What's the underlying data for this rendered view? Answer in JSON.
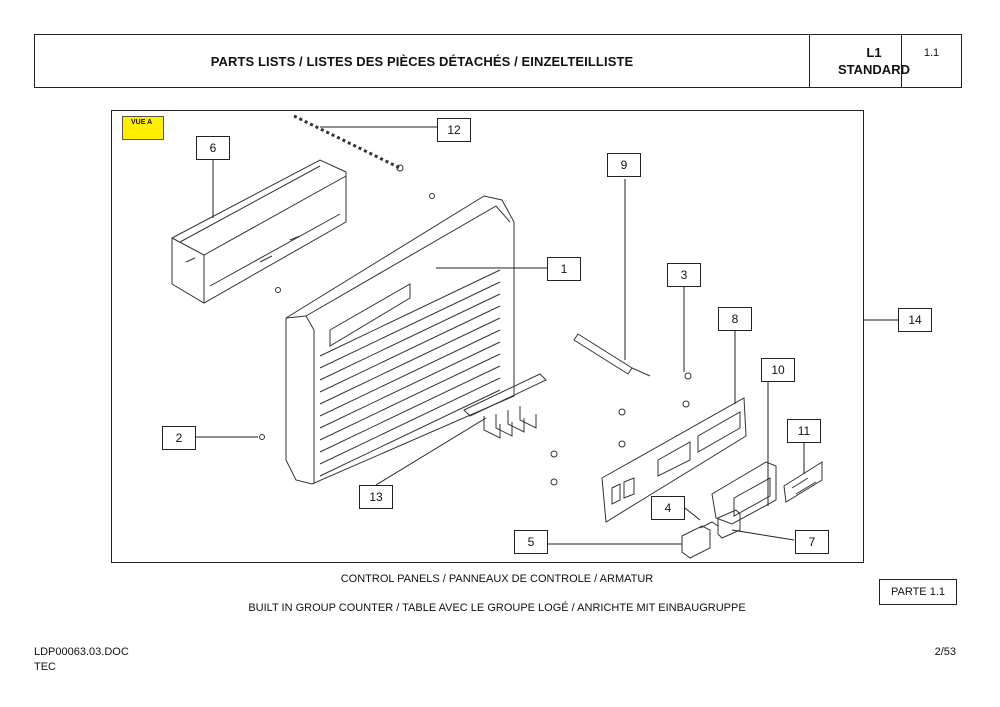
{
  "header": {
    "title": "PARTS LISTS / LISTES DES PIÈCES DÉTACHÉS / EINZELTEILLISTE",
    "model_line1": "L1",
    "model_line2": "STANDARD",
    "section": "1.1"
  },
  "drawing": {
    "view_label": "VUE A",
    "callouts": [
      "1",
      "2",
      "3",
      "4",
      "5",
      "6",
      "7",
      "8",
      "9",
      "10",
      "11",
      "12",
      "13",
      "14"
    ]
  },
  "captions": {
    "line1": "CONTROL PANELS / PANNEAUX DE CONTROLE / ARMATUR",
    "line2": "BUILT IN GROUP COUNTER / TABLE AVEC LE GROUPE LOGÉ / ANRICHTE MIT EINBAUGRUPPE"
  },
  "parte": "PARTE 1.1",
  "footer": {
    "doc": "LDP00063.03.DOC",
    "dept": "TEC",
    "page": "2/53"
  },
  "colors": {
    "view_label_bg": "#ffee00",
    "line": "#222222"
  }
}
